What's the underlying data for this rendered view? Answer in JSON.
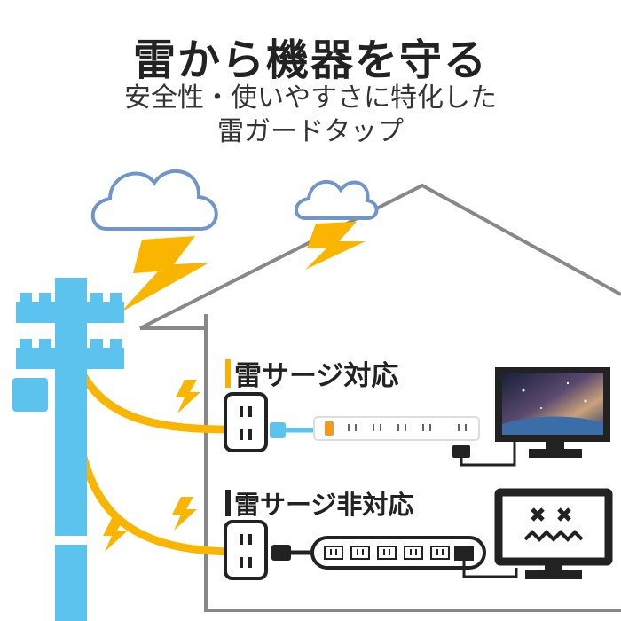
{
  "headline": "雷から機器を守る",
  "subline_1": "安全性・使いやすさに特化した",
  "subline_2": "雷ガードタップ",
  "protected": {
    "label": "雷サージ対応",
    "accent": "#f5b000"
  },
  "unprotected": {
    "label": "雷サージ非対応",
    "accent": "#222222"
  },
  "colors": {
    "pole": "#5bc3ee",
    "wire": "#f9b500",
    "bolt": "#f9b500",
    "cloud": "#6f95c9",
    "house": "#888888"
  }
}
